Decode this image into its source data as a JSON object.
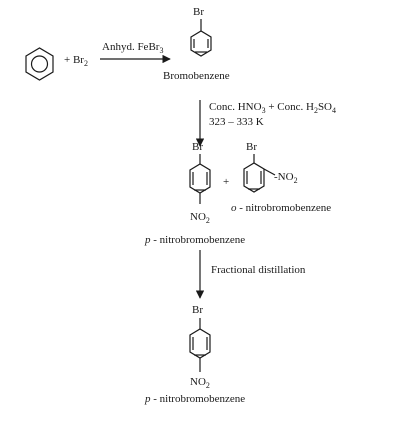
{
  "reagents": {
    "plus_br2_prefix": "+ Br",
    "plus_br2_sub": "2",
    "catalyst_prefix": "Anhyd. FeBr",
    "catalyst_sub": "3",
    "nitration_a": "Conc. HNO",
    "nitration_a_sub": "3",
    "nitration_b": " + Conc. H",
    "nitration_b_sub": "2",
    "nitration_c": "SO",
    "nitration_c_sub": "4",
    "temperature": "323 – 333 K",
    "plus_sign": "+",
    "separation": "Fractional distillation"
  },
  "molecules": {
    "bromo_label": "Br",
    "nitro_prefix": "NO",
    "nitro_sub": "2",
    "nitro_ortho_prefix": "-NO",
    "bromobenzene": "Bromobenzene",
    "ortho_italic": "o",
    "ortho_name": " - nitrobromobenzene",
    "para_italic": "p",
    "para_name": " - nitrobromobenzene"
  }
}
